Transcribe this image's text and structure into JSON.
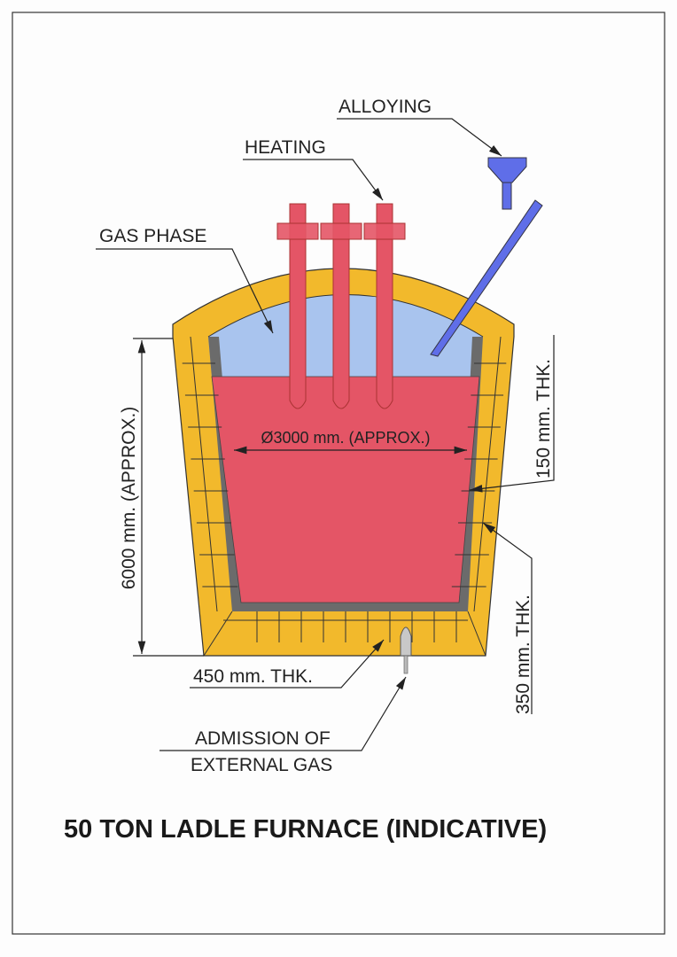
{
  "title": "50 TON LADLE FURNACE (INDICATIVE)",
  "labels": {
    "alloying": "ALLOYING",
    "heating": "HEATING",
    "gas_phase": "GAS PHASE",
    "diameter": "Ø3000 mm. (APPROX.)",
    "height": "6000 mm. (APPROX.)",
    "lining_thk": "150 mm. THK.",
    "wall_thk": "350 mm. THK.",
    "bottom_thk": "450 mm. THK.",
    "admission_line1": "ADMISSION OF",
    "admission_line2": "EXTERNAL GAS"
  },
  "colors": {
    "refractory": "#f2b92c",
    "steel_lining": "#6b6b6b",
    "molten_bath": "#e45566",
    "gas_phase": "#a9c4ee",
    "electrode": "#e45566",
    "alloy_feeder": "#5f6ee8",
    "nozzle": "#c8c8c8"
  }
}
